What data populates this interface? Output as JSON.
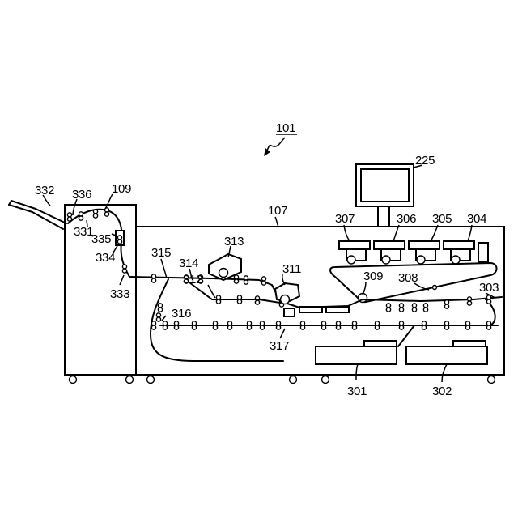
{
  "diagram": {
    "labels": {
      "system": "101",
      "panel": "225",
      "printer": "107",
      "finisher": "109",
      "tray_1": "301",
      "tray_2": "302",
      "belt_end": "303",
      "station_k": "304",
      "station_c": "305",
      "station_m": "306",
      "station_y": "307",
      "belt": "308",
      "transfer": "309",
      "fuser_1": "311",
      "path_312": "312",
      "fuser_2": "313",
      "path_314": "314",
      "path_315": "315",
      "path_316": "316",
      "path_317": "317",
      "finisher_out": "331",
      "output_tray": "332",
      "finisher_in": "333",
      "stapler": "334",
      "stapler_2": "335",
      "finisher_top": "336"
    }
  }
}
